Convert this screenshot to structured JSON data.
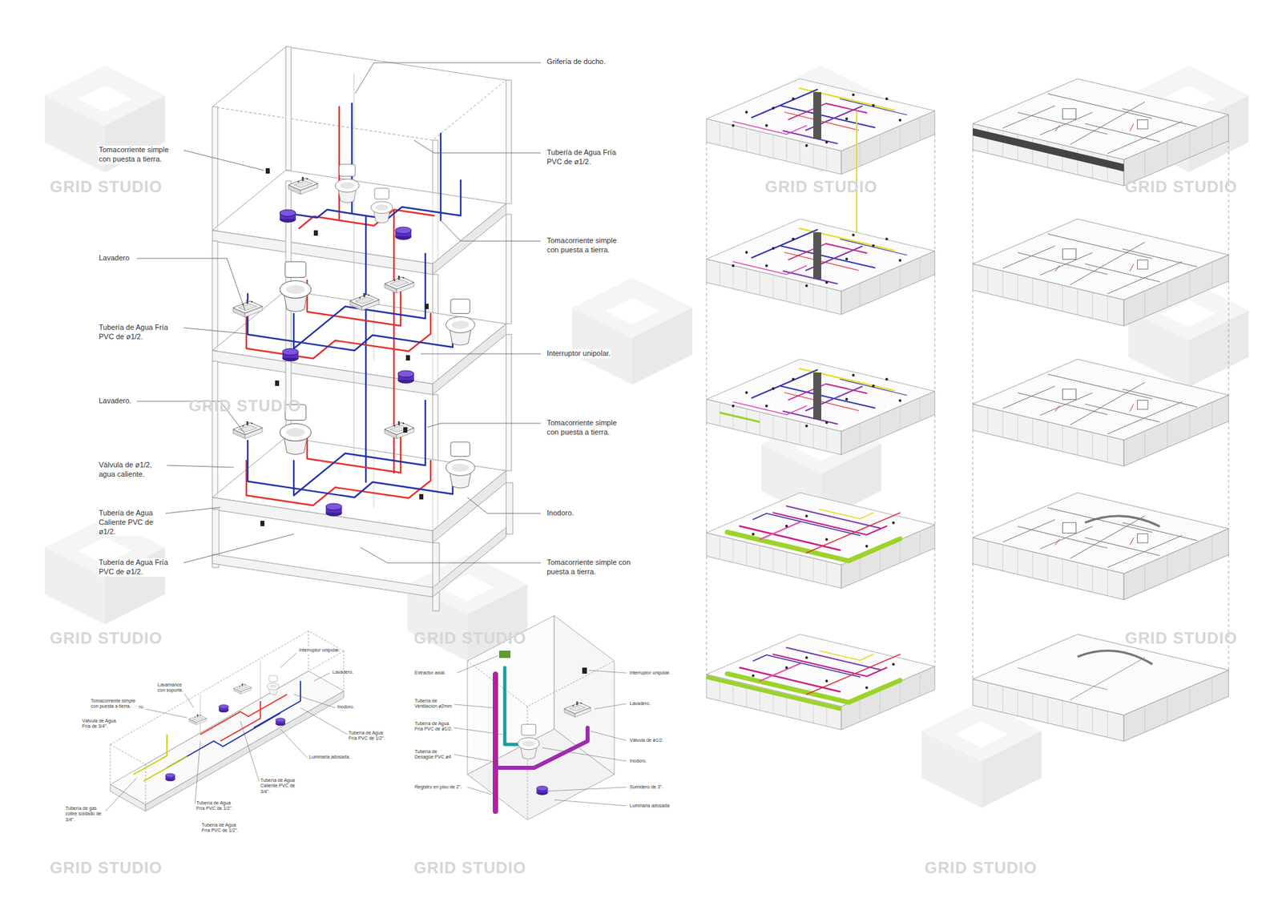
{
  "diagram": {
    "labels": [
      "Grifería de ducho.",
      "Tubería de Agua Fría PVC de ø1/2.",
      "Tomacorriente simple con puesta a tierra.",
      "Interruptor unipolar.",
      "Tomacorriente simple con puesta a tierra.",
      "Inodoro.",
      "Tomacorriente simple con puesta a tierra.",
      "Tomacorriente simple con puesta a tierra.",
      "Lavadero",
      "Tubería de Agua Fría PVC de ø1/2.",
      "Lavadero.",
      "Válvula de ø1/2, agua caliente.",
      "Tubería de Agua Caliente PVC de ø1/2.",
      "Tubería de Agua Fría PVC de ø1/2.",
      "Interruptor unipolar.",
      "Lavadero.",
      "Lavamanos con soporte.",
      "Lavadero.",
      "Inodoro.",
      "Tomacorriente simple con puesta a tierra.",
      "Válvula de Agua Fría de 3/4\".",
      "Tubería de Agua Fría PVC de 1/2\".",
      "Luminaria adosada.",
      "Tubería de Agua Caliente PVC de 3/4\".",
      "Tubería de gas cobre soldado de 3/4\".",
      "Tubería de Agua Fría PVC de 1/2\".",
      "Tubería de Agua Fría PVC de 1/2\".",
      "Extractor axial.",
      "Tubería de Ventilación ø2mm",
      "Tubería de Agua Fría PVC de ø1/2.",
      "Tubería de Desagüe PVC ø4",
      "Registro en piso de 2\".",
      "Interruptor unipolar.",
      "Lavadero.",
      "Válvula de ø1/2.",
      "Inodoro.",
      "Sumidero de 3\".",
      "Luminaria adosada",
      "GRID STUDIO",
      "GRID STUDIO",
      "GRID STUDIO",
      "GRID STUDIO",
      "GRID STUDIO",
      "GRID STUDIO",
      "GRID STUDIO",
      "GRID STUDIO",
      "GRID STUDIO",
      "GRID STUDIO"
    ]
  }
}
